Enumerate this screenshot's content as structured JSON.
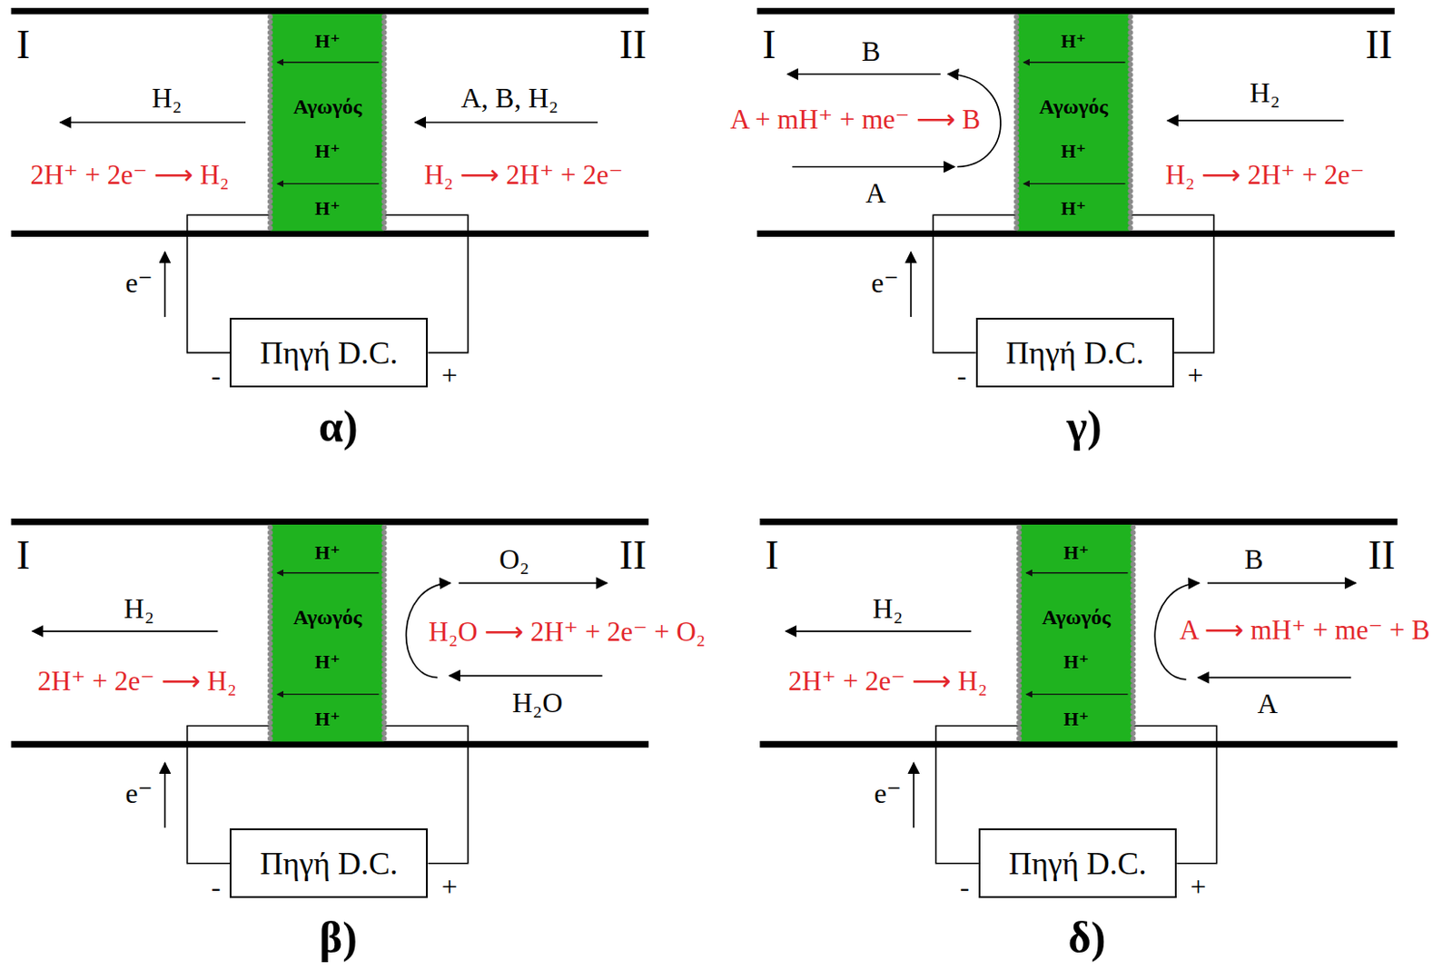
{
  "diagram": {
    "nodes": [
      {
        "text": [
          "H⁺",
          "Αγωγός",
          "H⁺",
          "H⁺"
        ]
      },
      {
        "text": [
          "Πηγή D.C."
        ]
      },
      {
        "text": [
          "H⁺",
          "Αγωγός",
          "H⁺",
          "H⁺"
        ]
      },
      {
        "text": [
          "Πηγή D.C."
        ]
      },
      {
        "text": [
          "H⁺",
          "Αγωγός",
          "H⁺",
          "H⁺"
        ]
      },
      {
        "text": [
          "Πηγή D.C."
        ]
      },
      {
        "text": [
          "H⁺",
          "Αγωγός",
          "H⁺",
          "H⁺"
        ]
      },
      {
        "text": [
          "Πηγή D.C."
        ]
      }
    ],
    "edges": [
      {
        "from": 1,
        "to": 0,
        "arrow": "none"
      },
      {
        "from": 1,
        "to": 0,
        "arrow": "none"
      },
      {
        "from": 3,
        "to": 2,
        "arrow": "none"
      },
      {
        "from": 3,
        "to": 2,
        "arrow": "none"
      },
      {
        "from": 5,
        "to": 4,
        "arrow": "none"
      },
      {
        "from": 5,
        "to": 4,
        "arrow": "none"
      },
      {
        "from": 7,
        "to": 6,
        "arrow": "none"
      },
      {
        "from": 7,
        "to": 6,
        "arrow": "none"
      }
    ],
    "labels": [
      "I",
      "II",
      "H₂",
      "A, B, H₂",
      "2H⁺ + 2e⁻ ⟶ H₂",
      "H₂ ⟶ 2H⁺ + 2e⁻",
      "e⁻",
      "-",
      "+",
      "α)",
      "I",
      "II",
      "B",
      "A + mH⁺ + me⁻ ⟶ B",
      "H₂",
      "A",
      "H₂ ⟶ 2H⁺ + 2e⁻",
      "e⁻",
      "-",
      "+",
      "γ)",
      "I",
      "II",
      "O₂",
      "H₂",
      "2H⁺ + 2e⁻ ⟶ H₂",
      "H₂O ⟶ 2H⁺ + 2e⁻ + O₂",
      "H₂O",
      "e⁻",
      "-",
      "+",
      "β)",
      "I",
      "II",
      "B",
      "H₂",
      "2H⁺ + 2e⁻ ⟶ H₂",
      "A ⟶ mH⁺ + me⁻ + B",
      "A",
      "e⁻",
      "-",
      "+",
      "δ)"
    ]
  }
}
